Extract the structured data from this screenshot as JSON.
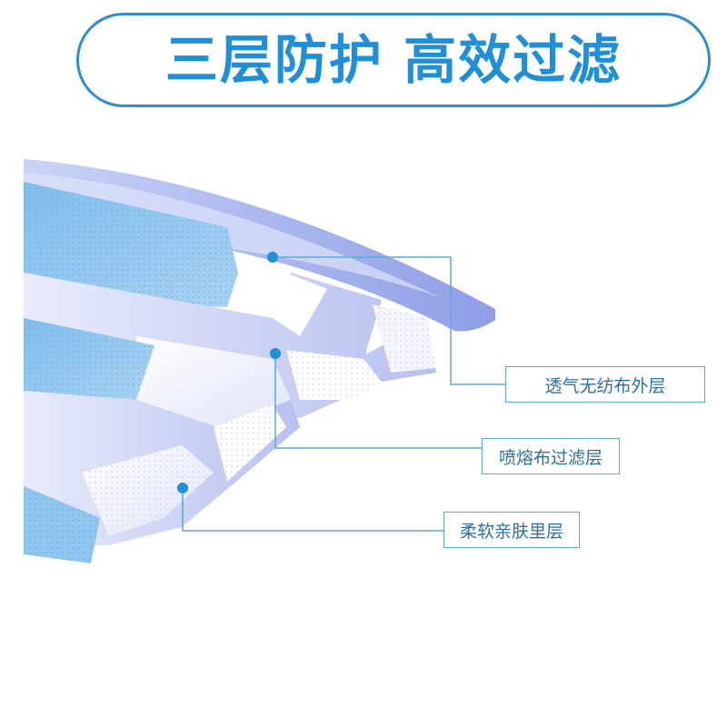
{
  "header": {
    "title": "三层防护 高效过滤"
  },
  "layers": [
    {
      "label": "透气无纺布外层"
    },
    {
      "label": "喷熔布过滤层"
    },
    {
      "label": "柔软亲肤里层"
    }
  ],
  "colors": {
    "accent": "#1f8fd8",
    "outline": "#2e8fcc",
    "label_text": "#2f6f9f",
    "callout_line": "#5aa9dc",
    "mask_blue": "#8cc4ec",
    "mask_white": "#f2f3fb"
  }
}
